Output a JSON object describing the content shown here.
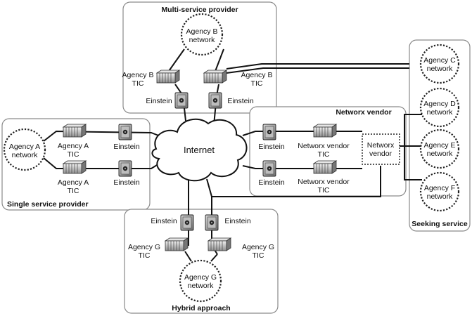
{
  "regions": {
    "multi": "Multi-service provider",
    "single": "Single service provider",
    "networx": "Networx vendor",
    "hybrid": "Hybrid approach",
    "seeking": "Seeking service"
  },
  "cloud": "Internet",
  "networks": {
    "b": [
      "Agency B",
      "network"
    ],
    "a": [
      "Agency A",
      "network"
    ],
    "c": [
      "Agency C",
      "network"
    ],
    "d": [
      "Agency D",
      "network"
    ],
    "e": [
      "Agency E",
      "network"
    ],
    "f": [
      "Agency F",
      "network"
    ],
    "g": [
      "Agency G",
      "network"
    ]
  },
  "tics": {
    "b1": [
      "Agency B",
      "TIC"
    ],
    "b2": [
      "Agency B",
      "TIC"
    ],
    "a1": [
      "Agency A",
      "TIC"
    ],
    "a2": [
      "Agency A",
      "TIC"
    ],
    "n1": [
      "Networx vendor",
      "TIC"
    ],
    "n2": [
      "Networx vendor",
      "TIC"
    ],
    "g1": [
      "Agency G",
      "TIC"
    ],
    "g2": [
      "Agency G",
      "TIC"
    ]
  },
  "einstein": "Einstein",
  "vendor_box": [
    "Networx",
    "vendor"
  ]
}
